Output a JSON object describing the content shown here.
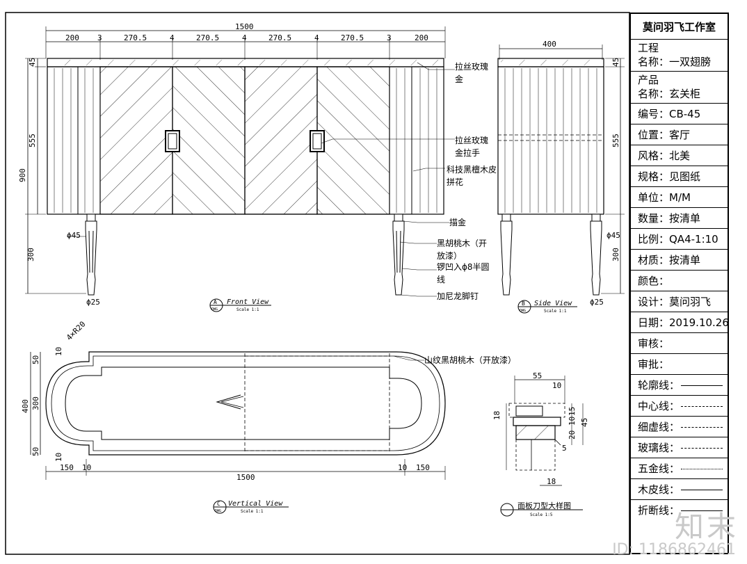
{
  "front_view": {
    "dims": {
      "total": "1500",
      "seg_200": "200",
      "seg_3a": "3",
      "seg_a": "270.5",
      "seg_4a": "4",
      "seg_b": "270.5",
      "seg_4b": "4",
      "seg_c": "270.5",
      "seg_4c": "4",
      "seg_d": "270.5",
      "seg_3b": "3",
      "seg_200b": "200",
      "h45": "45",
      "h555": "555",
      "h900": "900",
      "h300": "300",
      "leg_dia": "ϕ45",
      "foot_dia": "ϕ25"
    },
    "notes": {
      "top_trim_1": "拉丝玫瑰",
      "top_trim_2": "金",
      "handle_1": "拉丝玫瑰",
      "handle_2": "金拉手",
      "veneer_1": "科技黑檀木皮",
      "veneer_2": "拼花",
      "cap": "描金",
      "leg_1": "黑胡桃木（开",
      "leg_2": "放漆）",
      "groove_1": "锣凹入ϕ8半圆",
      "groove_2": "线",
      "nail": "加尼龙脚钉"
    },
    "label_letter": "A",
    "label_sheet": "DWG",
    "label_title": "Front View",
    "label_scale": "Scale 1:1"
  },
  "side_view": {
    "dims": {
      "width": "400",
      "h45": "45",
      "h555": "555",
      "h300": "300",
      "leg_dia": "ϕ45",
      "foot_dia": "ϕ25"
    },
    "label_letter": "B",
    "label_sheet": "DWG",
    "label_title": "Side View",
    "label_scale": "Scale 1:1"
  },
  "plan_view": {
    "dims": {
      "radius": "4×R20",
      "w400": "400",
      "w300": "300",
      "w50a": "50",
      "w50b": "50",
      "w10a": "10",
      "w10b": "10",
      "l150a": "150",
      "l10a": "10",
      "l10b": "10",
      "l150b": "150",
      "total": "1500"
    },
    "notes": {
      "edge": "山纹黑胡桃木（开放漆）"
    },
    "label_letter": "C",
    "label_sheet": "DWG",
    "label_title": "Vertical View",
    "label_scale": "Scale 1:1"
  },
  "detail_view": {
    "dims": {
      "d55": "55",
      "d10": "10",
      "d18a": "18",
      "d20": "20",
      "d10b": "10",
      "d15": "15",
      "d45": "45",
      "d5": "5",
      "d18b": "18"
    },
    "label_title": "面板刀型大样图",
    "label_scale": "Scale 1:5"
  },
  "title_block": {
    "studio": "莫问羽飞工作室",
    "project_1": "工程",
    "project_2": "名称：一双翅膀",
    "product_1": "产品",
    "product_2": "名称：玄关柜",
    "code": "编号：CB-45",
    "location": "位置：客厅",
    "style": "风格：北美",
    "spec": "规格：见图纸",
    "unit": "单位：M/M",
    "qty": "数量：按清单",
    "scale": "比例：QA4-1:10",
    "material": "材质：按清单",
    "color": "颜色：",
    "designer": "设计：莫问羽飞",
    "date": "日期：2019.10.26",
    "review": "审核：",
    "approve": "审批：",
    "legend_outline": "轮廓线：",
    "legend_center": "中心线：",
    "legend_hidden": "细虚线：",
    "legend_glass": "玻璃线：",
    "legend_hardware": "五金线：",
    "legend_veneer": "木皮线：",
    "legend_break": "折断线："
  },
  "watermark": {
    "brand": "知末",
    "id": "ID: 1186862461"
  }
}
